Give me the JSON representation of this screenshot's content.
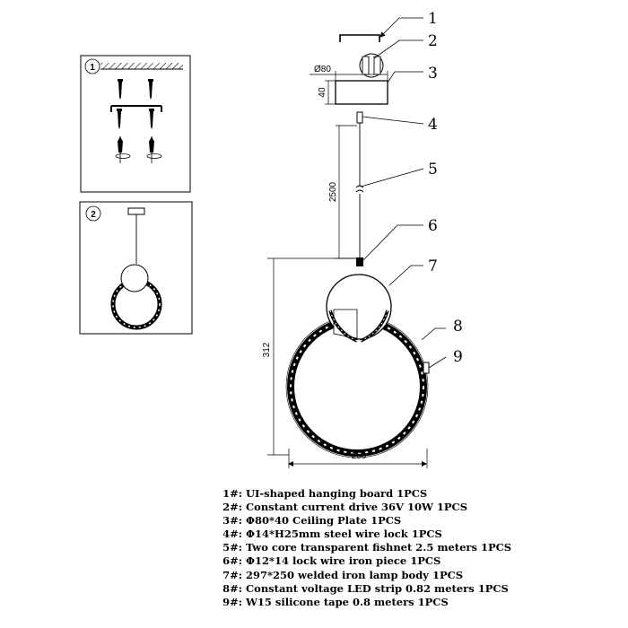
{
  "callouts": [
    "1",
    "2",
    "3",
    "4",
    "5",
    "6",
    "7",
    "8",
    "9"
  ],
  "panels": [
    "1",
    "2"
  ],
  "dimensions": {
    "ceiling_dia": "Ø80",
    "ceiling_height": "40",
    "cable_length": "2500",
    "total_height": "312",
    "width": "250"
  },
  "parts": [
    {
      "code": "1#:",
      "desc": "UI-shaped hanging board  1PCS"
    },
    {
      "code": "2#:",
      "desc": "Constant current drive 36V 10W 1PCS"
    },
    {
      "code": "3#:",
      "desc": "Φ80*40 Ceiling Plate 1PCS"
    },
    {
      "code": "4#:",
      "desc": "Φ14*H25mm steel wire lock 1PCS"
    },
    {
      "code": "5#:",
      "desc": "Two core transparent fishnet 2.5 meters 1PCS"
    },
    {
      "code": "6#:",
      "desc": "Φ12*14 lock wire iron piece 1PCS"
    },
    {
      "code": "7#:",
      "desc": "297*250 welded iron lamp body 1PCS"
    },
    {
      "code": "8#:",
      "desc": "Constant voltage LED strip 0.82 meters 1PCS"
    },
    {
      "code": "9#:",
      "desc": "W15 silicone tape 0.8 meters 1PCS"
    }
  ]
}
